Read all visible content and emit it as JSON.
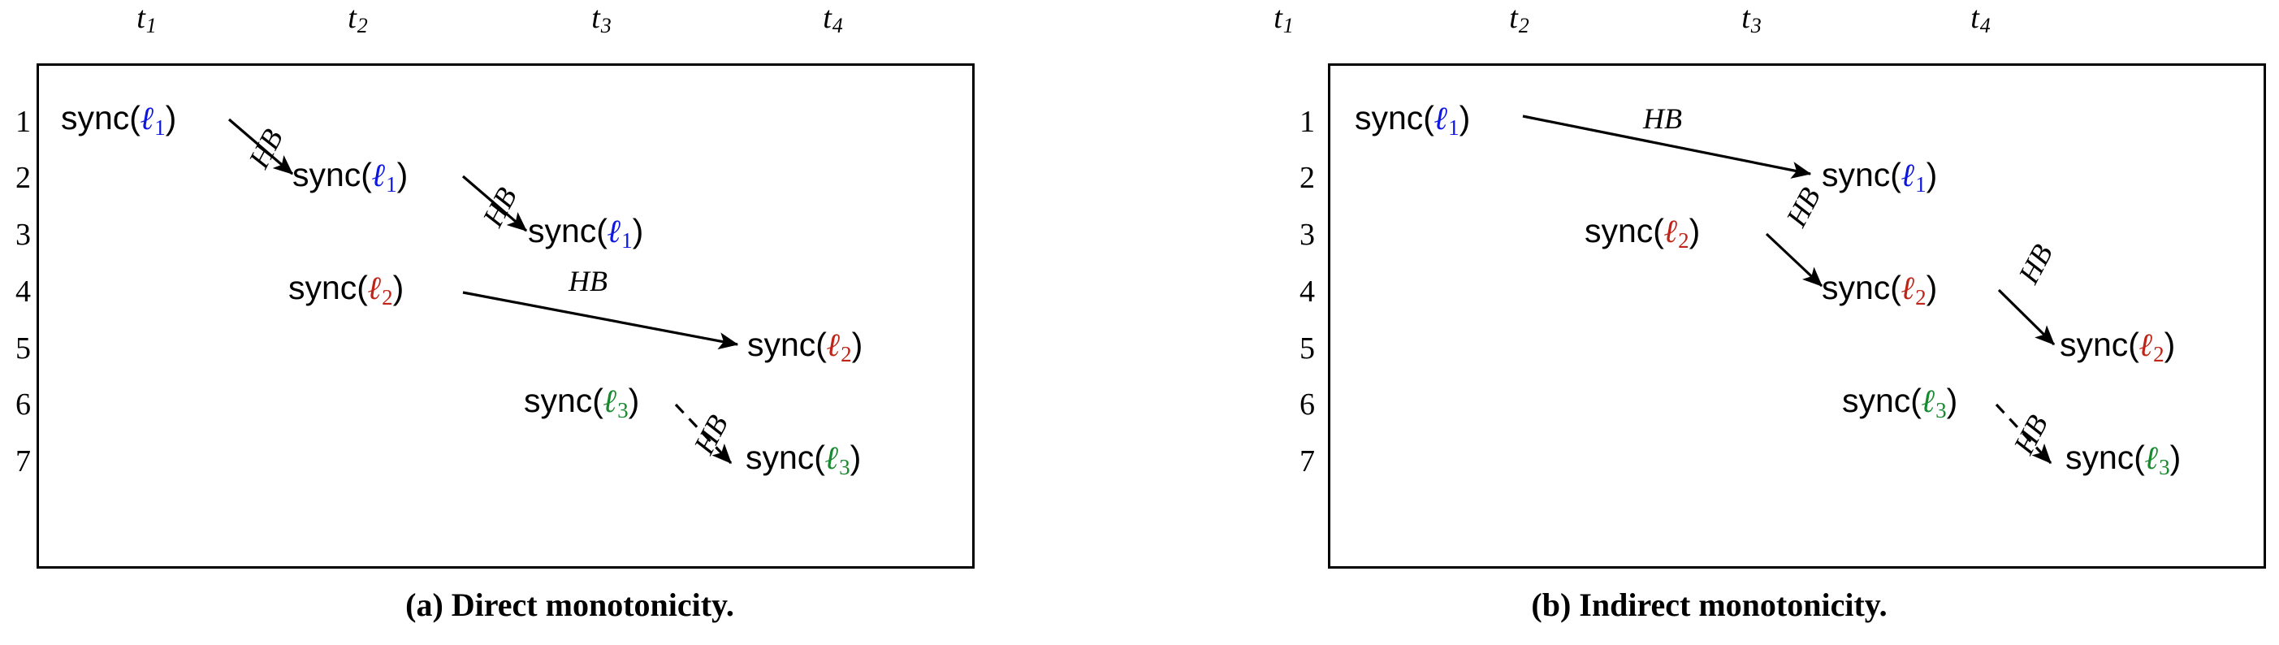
{
  "figure": {
    "columns": [
      "t",
      "t",
      "t",
      "t"
    ],
    "column_labels": [
      {
        "base": "t",
        "sub": "1"
      },
      {
        "base": "t",
        "sub": "2"
      },
      {
        "base": "t",
        "sub": "3"
      },
      {
        "base": "t",
        "sub": "4"
      }
    ],
    "row_labels": [
      "1",
      "2",
      "3",
      "4",
      "5",
      "6",
      "7"
    ],
    "edge_label": "HB",
    "lock_colors": {
      "l1": "#0d17e0",
      "l2": "#c02418",
      "l3": "#17892f"
    },
    "event_prefix": "sync(",
    "event_suffix": ")",
    "lock_symbol": "ℓ"
  },
  "panel_a": {
    "caption": "(a) Direct monotonicity.",
    "events": [
      {
        "id": "a-e1",
        "text_prefix": "sync(",
        "lock": "ℓ",
        "sub": "1",
        "color_key": "l1",
        "row": 1,
        "col": 1
      },
      {
        "id": "a-e2",
        "text_prefix": "sync(",
        "lock": "ℓ",
        "sub": "1",
        "color_key": "l1",
        "row": 2,
        "col": 2
      },
      {
        "id": "a-e3",
        "text_prefix": "sync(",
        "lock": "ℓ",
        "sub": "1",
        "color_key": "l1",
        "row": 3,
        "col": 3
      },
      {
        "id": "a-e4",
        "text_prefix": "sync(",
        "lock": "ℓ",
        "sub": "2",
        "color_key": "l2",
        "row": 4,
        "col": 2
      },
      {
        "id": "a-e5",
        "text_prefix": "sync(",
        "lock": "ℓ",
        "sub": "2",
        "color_key": "l2",
        "row": 5,
        "col": 4
      },
      {
        "id": "a-e6",
        "text_prefix": "sync(",
        "lock": "ℓ",
        "sub": "3",
        "color_key": "l3",
        "row": 6,
        "col": 3
      },
      {
        "id": "a-e7",
        "text_prefix": "sync(",
        "lock": "ℓ",
        "sub": "3",
        "color_key": "l3",
        "row": 7,
        "col": 4
      }
    ],
    "edges": [
      {
        "from": "a-e1",
        "to": "a-e2",
        "label": "HB",
        "style": "solid"
      },
      {
        "from": "a-e2",
        "to": "a-e3",
        "label": "HB",
        "style": "solid"
      },
      {
        "from": "a-e4",
        "to": "a-e5",
        "label": "HB",
        "style": "solid"
      },
      {
        "from": "a-e6",
        "to": "a-e7",
        "label": "HB",
        "style": "dashed"
      }
    ]
  },
  "panel_b": {
    "caption": "(b) Indirect monotonicity.",
    "events": [
      {
        "id": "b-e1",
        "text_prefix": "sync(",
        "lock": "ℓ",
        "sub": "1",
        "color_key": "l1",
        "row": 1,
        "col": 1
      },
      {
        "id": "b-e2",
        "text_prefix": "sync(",
        "lock": "ℓ",
        "sub": "1",
        "color_key": "l1",
        "row": 2,
        "col": 3
      },
      {
        "id": "b-e3",
        "text_prefix": "sync(",
        "lock": "ℓ",
        "sub": "2",
        "color_key": "l2",
        "row": 3,
        "col": 2
      },
      {
        "id": "b-e4",
        "text_prefix": "sync(",
        "lock": "ℓ",
        "sub": "2",
        "color_key": "l2",
        "row": 4,
        "col": 3
      },
      {
        "id": "b-e5",
        "text_prefix": "sync(",
        "lock": "ℓ",
        "sub": "2",
        "color_key": "l2",
        "row": 5,
        "col": 4
      },
      {
        "id": "b-e6",
        "text_prefix": "sync(",
        "lock": "ℓ",
        "sub": "3",
        "color_key": "l3",
        "row": 6,
        "col": 3
      },
      {
        "id": "b-e7",
        "text_prefix": "sync(",
        "lock": "ℓ",
        "sub": "3",
        "color_key": "l3",
        "row": 7,
        "col": 4
      }
    ],
    "edges": [
      {
        "from": "b-e1",
        "to": "b-e2",
        "label": "HB",
        "style": "solid"
      },
      {
        "from": "b-e3",
        "to": "b-e4",
        "label": "HB",
        "style": "solid"
      },
      {
        "from": "b-e4",
        "to": "b-e5",
        "label": "HB",
        "style": "solid"
      },
      {
        "from": "b-e6",
        "to": "b-e7",
        "label": "HB",
        "style": "dashed"
      }
    ]
  }
}
